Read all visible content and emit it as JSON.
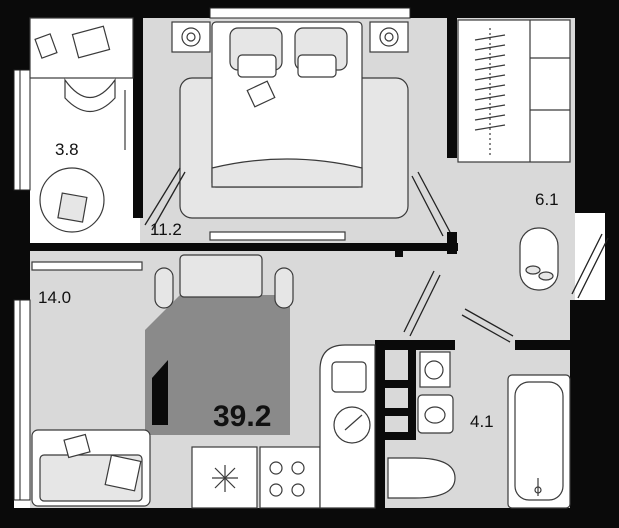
{
  "plan": {
    "total_area": "39.2",
    "colors": {
      "wall": "#0a0a0a",
      "floor": "#d9d9d9",
      "accent": "#8a8a8a",
      "furniture": "#e6e6e6"
    },
    "rooms": [
      {
        "id": "balcony",
        "area": "3.8"
      },
      {
        "id": "bedroom",
        "area": "11.2"
      },
      {
        "id": "wardrobe",
        "area": "6.1"
      },
      {
        "id": "living-kitchen",
        "area": "14.0"
      },
      {
        "id": "bathroom",
        "area": "4.1"
      }
    ]
  }
}
